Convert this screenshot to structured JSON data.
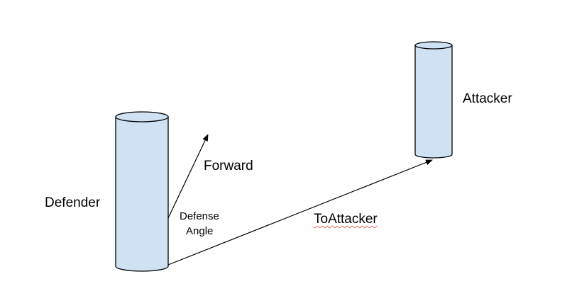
{
  "labels": {
    "defender": "Defender",
    "attacker": "Attacker",
    "forward": "Forward",
    "to_attacker": "ToAttacker",
    "defense_angle_line1": "Defense",
    "defense_angle_line2": "Angle"
  },
  "colors": {
    "cylinder_fill": "#cfe2f3",
    "stroke": "#000000",
    "spellcheck_underline": "#e06666",
    "background": "#ffffff"
  }
}
